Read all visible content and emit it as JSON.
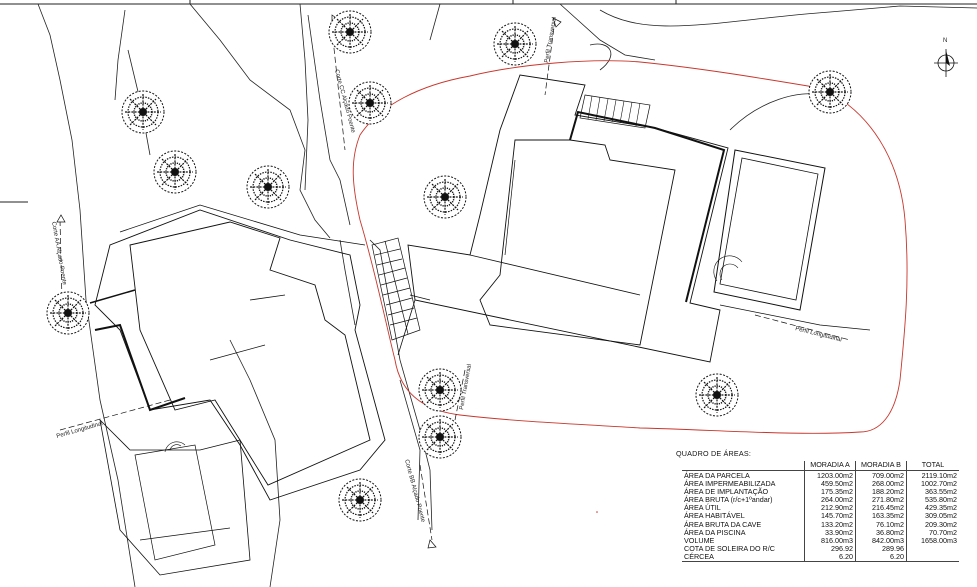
{
  "labels": {
    "corte_cc": "Corte CC Alçado Poente",
    "corte_aa": "Corte AA Alçado Poente",
    "corte_bb": "Corte BB Alçado Poente",
    "perfil_transversal_top": "Perfil Transversal",
    "perfil_transversal_mid": "Perfil Transversal",
    "perfil_longitudinal_left": "Perfil Longitudinal",
    "perfil_longitudinal_right": "Perfil Longitudinal"
  },
  "north": {
    "letter": "N"
  },
  "quadro": {
    "title": "QUADRO DE ÁREAS:",
    "headers": [
      "MORADIA A",
      "MORADIA B",
      "TOTAL"
    ],
    "rows": [
      {
        "label": "ÁREA DA PARCELA",
        "a": "1203.00m2",
        "b": "709.00m2",
        "total": "2119.10m2"
      },
      {
        "label": "ÁREA IMPERMEABILIZADA",
        "a": "459.50m2",
        "b": "268.00m2",
        "total": "1002.70m2"
      },
      {
        "label": "ÁREA DE IMPLANTAÇÃO",
        "a": "175.35m2",
        "b": "188.20m2",
        "total": "363.55m2"
      },
      {
        "label": "ÁREA BRUTA (r/c+1ºandar)",
        "a": "264.00m2",
        "b": "271.80m2",
        "total": "535.80m2"
      },
      {
        "label": "ÁREA ÚTIL",
        "a": "212.90m2",
        "b": "216.45m2",
        "total": "429.35m2"
      },
      {
        "label": "ÁREA HABITÁVEL",
        "a": "145.70m2",
        "b": "163.35m2",
        "total": "309.05m2"
      },
      {
        "label": "ÁREA BRUTA DA CAVE",
        "a": "133.20m2",
        "b": "76.10m2",
        "total": "209.30m2"
      },
      {
        "label": "ÁREA DA PISCINA",
        "a": "33.90m2",
        "b": "36.80m2",
        "total": "70.70m2"
      },
      {
        "label": "VOLUME",
        "a": "816.00m3",
        "b": "842.00m3",
        "total": "1658.00m3"
      },
      {
        "label": "COTA DE SOLEIRA DO R/C",
        "a": "296.92",
        "b": "289.96",
        "total": ""
      },
      {
        "label": "CÉRCEA",
        "a": "6.20",
        "b": "6.20",
        "total": ""
      }
    ]
  }
}
